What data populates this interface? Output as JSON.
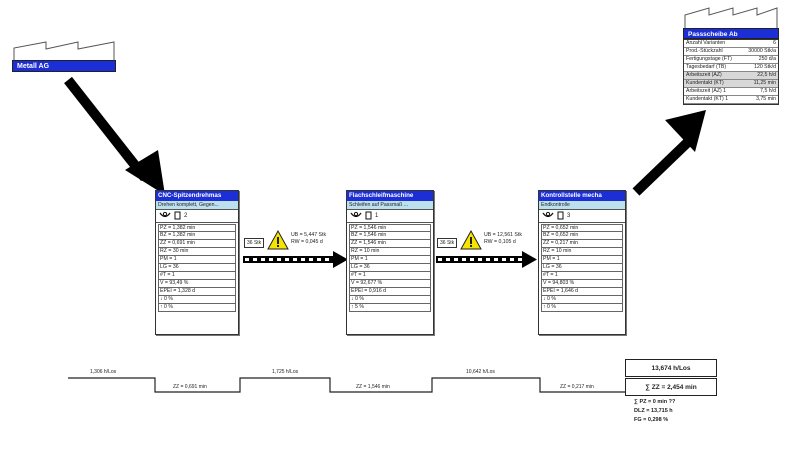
{
  "supplier": {
    "name": "Metall AG"
  },
  "customer": {
    "name": "Passscheibe Ab",
    "rows": [
      {
        "label": "Anzahl Varianten",
        "value": "6",
        "shade": false
      },
      {
        "label": "Prod.-Stückzahl",
        "value": "30000 Stk/a",
        "shade": false
      },
      {
        "label": "Fertigungstage (FT)",
        "value": "250 d/a",
        "shade": false
      },
      {
        "label": "Tagesbedarf (TB)",
        "value": "120 Stk/d",
        "shade": false
      },
      {
        "label": "Arbeitszeit (AZ)",
        "value": "22,5 h/d",
        "shade": true
      },
      {
        "label": "Kundentakt (KT)",
        "value": "11,25 min",
        "shade": true
      },
      {
        "label": "Arbeitszeit (AZ) 1",
        "value": "7,5 h/d",
        "shade": false
      },
      {
        "label": "Kundentakt (KT) 1",
        "value": "3,75 min",
        "shade": false
      }
    ]
  },
  "processes": [
    {
      "title": "CNC-Spitzendrehmas",
      "subtitle": "Drehen komplett, Gegen...",
      "operators": "2",
      "rows": [
        "PZ  = 1,382 min",
        "BZ  = 1,382 min",
        "ZZ  = 0,691 min",
        "RZ  = 30 min",
        "PM  = 1",
        "LG  = 36",
        "#T  = 1",
        "V    = 93,49 %",
        "EPEI = 1,328 d",
        "↓ 0 %",
        "↑ 0 %"
      ]
    },
    {
      "title": "Flachschleifmaschine",
      "subtitle": "Schleifen auf Passmaß ...",
      "operators": "1",
      "rows": [
        "PZ  = 1,546 min",
        "BZ  = 1,546 min",
        "ZZ  = 1,546 min",
        "RZ  = 10 min",
        "PM  = 1",
        "LG  = 36",
        "#T  = 1",
        "V    = 92,677 %",
        "EPEI = 0,916 d",
        "↓ 0 %",
        "↑ 5 %"
      ]
    },
    {
      "title": "Kontrollstelle mecha",
      "subtitle": "Endkontrolle",
      "operators": "3",
      "rows": [
        "PZ  = 0,652 min",
        "BZ  = 0,652 min",
        "ZZ  = 0,217 min",
        "RZ  = 10 min",
        "PM  = 1",
        "LG  = 36",
        "#T  = 1",
        "V    = 94,803 %",
        "EPEI = 1,646 d",
        "↓ 0 %",
        "↑ 0 %"
      ]
    }
  ],
  "inventories": [
    {
      "batch": "36 Stk",
      "ub": "UB = 5,447 Stk",
      "rw": "RW = 0,045 d"
    },
    {
      "batch": "36 Stk",
      "ub": "UB = 12,561 Stk",
      "rw": "RW = 0,105 d"
    }
  ],
  "timeline": {
    "wait_labels": [
      "1,306 h/Los",
      "1,725 h/Los",
      "10,642 h/Los"
    ],
    "process_labels": [
      "ZZ = 0,691 min",
      "ZZ = 1,546 min",
      "ZZ = 0,217 min"
    ]
  },
  "summary": {
    "total_lead": "13,674 h/Los",
    "total_zz": "∑ ZZ = 2,454 min",
    "pz": "∑ PZ = 0 min ??",
    "dlz": "DLZ = 13,715 h",
    "fg": "FG    = 0,298 %"
  },
  "colors": {
    "title_blue": "#1c2fd6",
    "subtitle_blue": "#bde0ef",
    "warning_yellow": "#f4e400"
  }
}
